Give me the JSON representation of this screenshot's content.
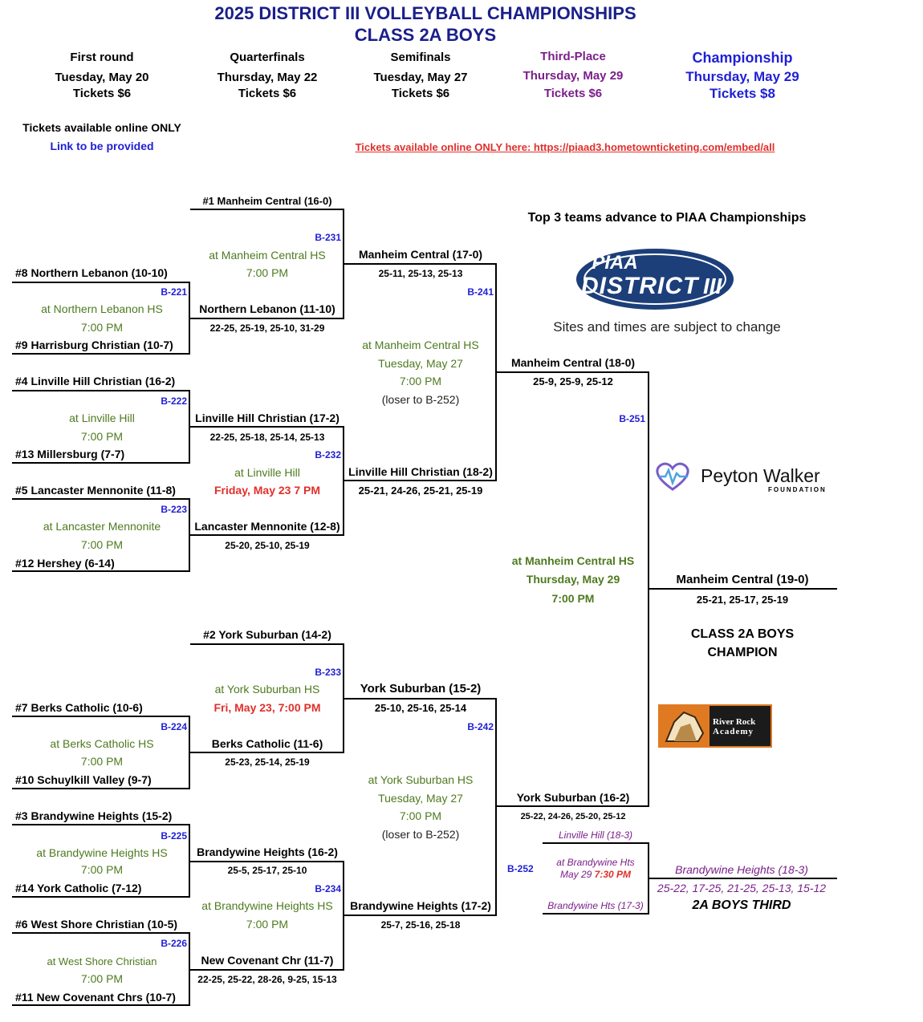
{
  "header": {
    "title1": "2025 DISTRICT III VOLLEYBALL CHAMPIONSHIPS",
    "title2": "CLASS 2A BOYS"
  },
  "rounds": [
    {
      "name": "First round",
      "date": "Tuesday, May 20",
      "tickets": "Tickets $6"
    },
    {
      "name": "Quarterfinals",
      "date": "Thursday, May 22",
      "tickets": "Tickets $6"
    },
    {
      "name": "Semifinals",
      "date": "Tuesday, May 27",
      "tickets": "Tickets $6"
    },
    {
      "name": "Third-Place",
      "date": "Thursday, May 29",
      "tickets": "Tickets $6"
    },
    {
      "name": "Championship",
      "date": "Thursday, May 29",
      "tickets": "Tickets $8"
    }
  ],
  "tickets_note": "Tickets available online ONLY",
  "link_note": "Link to be provided",
  "tickets_link": "Tickets available online ONLY here: https://piaad3.hometownticketing.com/embed/all",
  "advance_note": "Top 3 teams advance to PIAA Championships",
  "sites_note": "Sites and times are subject to change",
  "logo": {
    "line1": "PIAA",
    "line2": "DISTRICT",
    "line3": "III"
  },
  "sponsor1": {
    "name": "Peyton Walker",
    "sub": "FOUNDATION"
  },
  "sponsor2": {
    "line1": "River Rock",
    "line2": "Academy"
  },
  "first_round": [
    {
      "code": "B-221",
      "top": "#8 Northern Lebanon (10-10)",
      "bottom": "#9 Harrisburg Christian (10-7)",
      "site": "at Northern Lebanon HS",
      "time": "7:00 PM"
    },
    {
      "code": "B-222",
      "top": "#4 Linville Hill Christian (16-2)",
      "bottom": "#13 Millersburg (7-7)",
      "site": "at Linville Hill",
      "time": "7:00 PM"
    },
    {
      "code": "B-223",
      "top": "#5 Lancaster Mennonite (11-8)",
      "bottom": "#12 Hershey (6-14)",
      "site": "at Lancaster Mennonite",
      "time": "7:00 PM"
    },
    {
      "code": "B-224",
      "top": "#7 Berks Catholic (10-6)",
      "bottom": "#10 Schuylkill Valley (9-7)",
      "site": "at Berks Catholic HS",
      "time": "7:00 PM"
    },
    {
      "code": "B-225",
      "top": "#3 Brandywine Heights (15-2)",
      "bottom": "#14 York Catholic (7-12)",
      "site": "at Brandywine Heights HS",
      "time": "7:00 PM"
    },
    {
      "code": "B-226",
      "top": "#6 West Shore Christian (10-5)",
      "bottom": "#11 New Covenant Chrs (10-7)",
      "site": "at West Shore Christian",
      "time": "7:00 PM"
    }
  ],
  "quarterfinals": [
    {
      "code": "B-231",
      "top": "#1 Manheim Central (16-0)",
      "bottom": "Northern Lebanon (11-10)",
      "bottom_score": "22-25, 25-19, 25-10, 31-29",
      "site": "at Manheim Central HS",
      "time": "7:00 PM"
    },
    {
      "code": "B-232",
      "top": "Linville Hill Christian (17-2)",
      "top_score": "22-25, 25-18, 25-14, 25-13",
      "bottom": "Lancaster Mennonite (12-8)",
      "bottom_score": "25-20, 25-10, 25-19",
      "site": "at Linville Hill",
      "time": "Friday, May 23 7 PM"
    },
    {
      "code": "B-233",
      "top": "#2 York Suburban (14-2)",
      "bottom": "Berks Catholic (11-6)",
      "bottom_score": "25-23, 25-14, 25-19",
      "site": "at York Suburban HS",
      "time": "Fri, May 23, 7:00 PM"
    },
    {
      "code": "B-234",
      "top": "Brandywine Heights (16-2)",
      "top_score": "25-5, 25-17, 25-10",
      "bottom": "New Covenant Chr (11-7)",
      "bottom_score": "22-25, 25-22, 28-26, 9-25, 15-13",
      "site": "at Brandywine Heights HS",
      "time": "7:00 PM"
    }
  ],
  "semifinals": [
    {
      "code": "B-241",
      "top": "Manheim Central (17-0)",
      "top_score": "25-11, 25-13, 25-13",
      "bottom": "Linville Hill Christian (18-2)",
      "bottom_score": "25-21, 24-26, 25-21, 25-19",
      "site": "at Manheim Central HS",
      "date": "Tuesday, May 27",
      "time": "7:00 PM",
      "note": "(loser to B-252)"
    },
    {
      "code": "B-242",
      "top": "York Suburban (15-2)",
      "top_score": "25-10, 25-16, 25-14",
      "bottom": "Brandywine Heights (17-2)",
      "bottom_score": "25-7, 25-16, 25-18",
      "site": "at York Suburban HS",
      "date": "Tuesday, May 27",
      "time": "7:00 PM",
      "note": "(loser to B-252)"
    }
  ],
  "final": {
    "code": "B-251",
    "top": "Manheim Central (18-0)",
    "top_score": "25-9, 25-9, 25-12",
    "bottom": "York Suburban (16-2)",
    "bottom_score": "25-22, 24-26, 25-20, 25-12",
    "site": "at Manheim Central HS",
    "date": "Thursday, May 29",
    "time": "7:00 PM",
    "winner": "Manheim Central (19-0)",
    "winner_score": "25-21, 25-17, 25-19",
    "champion1": "CLASS 2A BOYS",
    "champion2": "CHAMPION"
  },
  "third": {
    "code": "B-252",
    "top": "Linville Hill (18-3)",
    "bottom": "Brandywine Hts (17-3)",
    "site": "at Brandywine Hts",
    "date": "May 29",
    "time": "7:30  PM",
    "winner": "Brandywine Heights (18-3)",
    "winner_score": "25-22, 17-25, 21-25, 25-13, 15-12",
    "label": "2A BOYS THIRD"
  }
}
